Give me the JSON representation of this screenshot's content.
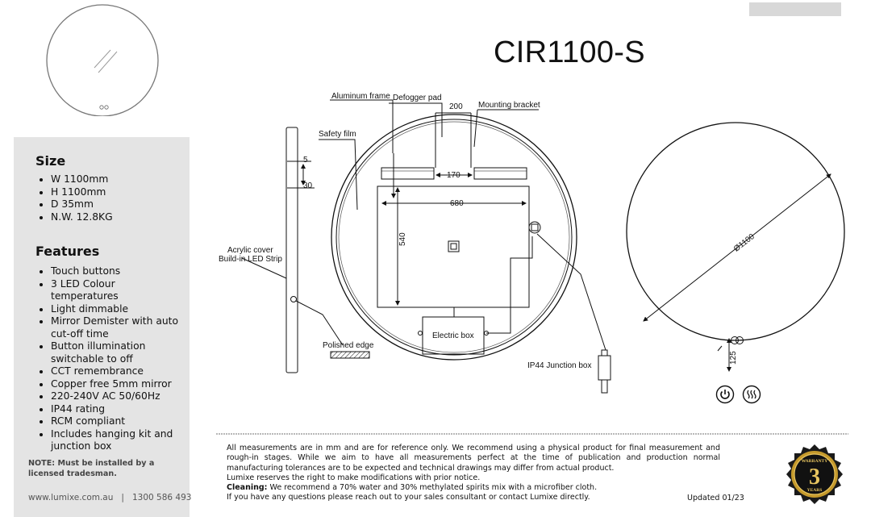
{
  "header": {
    "model": "CIR1100-S"
  },
  "size": {
    "title": "Size",
    "items": [
      "W 1100mm",
      "H 1100mm",
      "D 35mm",
      "N.W. 12.8KG"
    ]
  },
  "features": {
    "title": "Features",
    "items": [
      "Touch buttons",
      "3 LED Colour temperatures",
      "Light dimmable",
      "Mirror Demister with auto cut-off time",
      "Button illumination switchable to off",
      "CCT remembrance",
      "Copper free 5mm mirror",
      "220-240V AC 50/60Hz",
      "IP44 rating",
      "RCM compliant",
      "Includes hanging kit and junction box"
    ]
  },
  "note": "NOTE: Must be installed by a licensed tradesman.",
  "contact": {
    "website": "www.lumixe.com.au",
    "separator": "|",
    "phone": "1300 586 493"
  },
  "drawing": {
    "side_labels": {
      "dim_5": "5",
      "dim_30": "30",
      "acrylic_cover": "Acrylic cover",
      "led_strip": "Build-in LED Strip",
      "polished_edge": "Polished edge"
    },
    "front_labels": {
      "aluminum_frame": "Aluminum frame",
      "defogger_pad": "Defogger pad",
      "dim_200": "200",
      "mounting_bracket": "Mounting bracket",
      "safety_film": "Safety film",
      "dim_170": "170",
      "dim_680": "680",
      "dim_540": "540",
      "electric_box": "Electric box",
      "junction_box": "IP44 Junction box"
    },
    "back_labels": {
      "diameter": "Ø1100",
      "dim_125": "125"
    },
    "icons": [
      "power-icon",
      "demister-icon",
      "warranty-seal"
    ]
  },
  "warranty": {
    "top": "WARRANTY",
    "years_number": "3",
    "bottom": "YEARS"
  },
  "disclaimer": {
    "line1": "All measurements are in mm and are for reference only.  We recommend using a physical product for final measurement and rough-in stages.   While we aim to have all measurements perfect at the time of publication and production normal manufacturing tolerances are to be expected and technical drawings may differ from actual product.",
    "line2": "Lumixe reserves the right to make modifications with prior notice.",
    "cleaning_label": "Cleaning:",
    "cleaning_text": " We recommend a 70% water and 30% methylated spirits mix with a microfiber cloth.",
    "line4": "If you have any questions please reach out to your sales consultant or contact Lumixe directly."
  },
  "updated": "Updated 01/23"
}
